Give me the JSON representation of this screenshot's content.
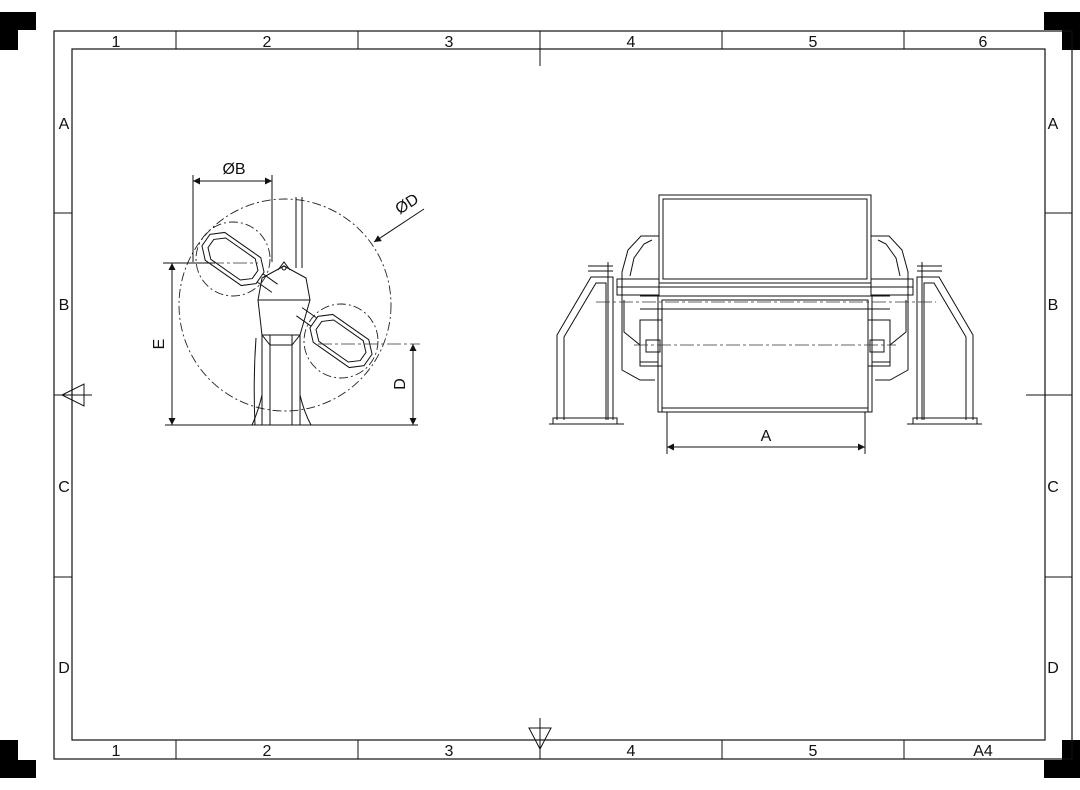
{
  "title_block": {
    "columns": [
      "1",
      "2",
      "3",
      "4",
      "5",
      "6"
    ],
    "bottom_columns": [
      "1",
      "2",
      "3",
      "4",
      "5",
      "A4"
    ],
    "rows": [
      "A",
      "B",
      "C",
      "D"
    ],
    "sheet_size": "A4"
  },
  "side_view": {
    "label_B": "ØB",
    "label_D_circle": "ØD",
    "label_E": "E",
    "label_D": "D"
  },
  "front_view": {
    "label_A": "A"
  }
}
